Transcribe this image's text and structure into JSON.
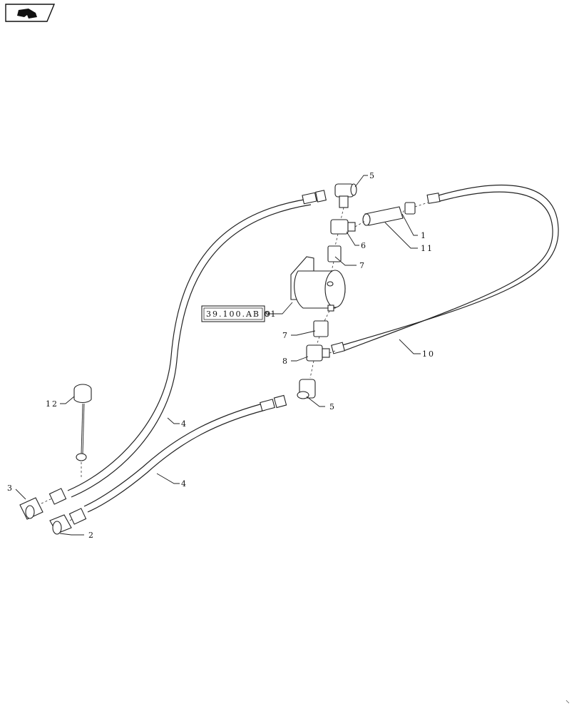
{
  "callouts": {
    "c1": "1",
    "c2": "2",
    "c3": "3",
    "c4a": "4",
    "c4b": "4",
    "c5a": "5",
    "c5b": "5",
    "c6": "6",
    "c7a": "7",
    "c7b": "7",
    "c8": "8",
    "c9": "9",
    "c10": "10",
    "c11": "11",
    "c12": "12"
  },
  "reference": "39.100.AB 01",
  "icons": {
    "corner": "page-turn-icon"
  }
}
